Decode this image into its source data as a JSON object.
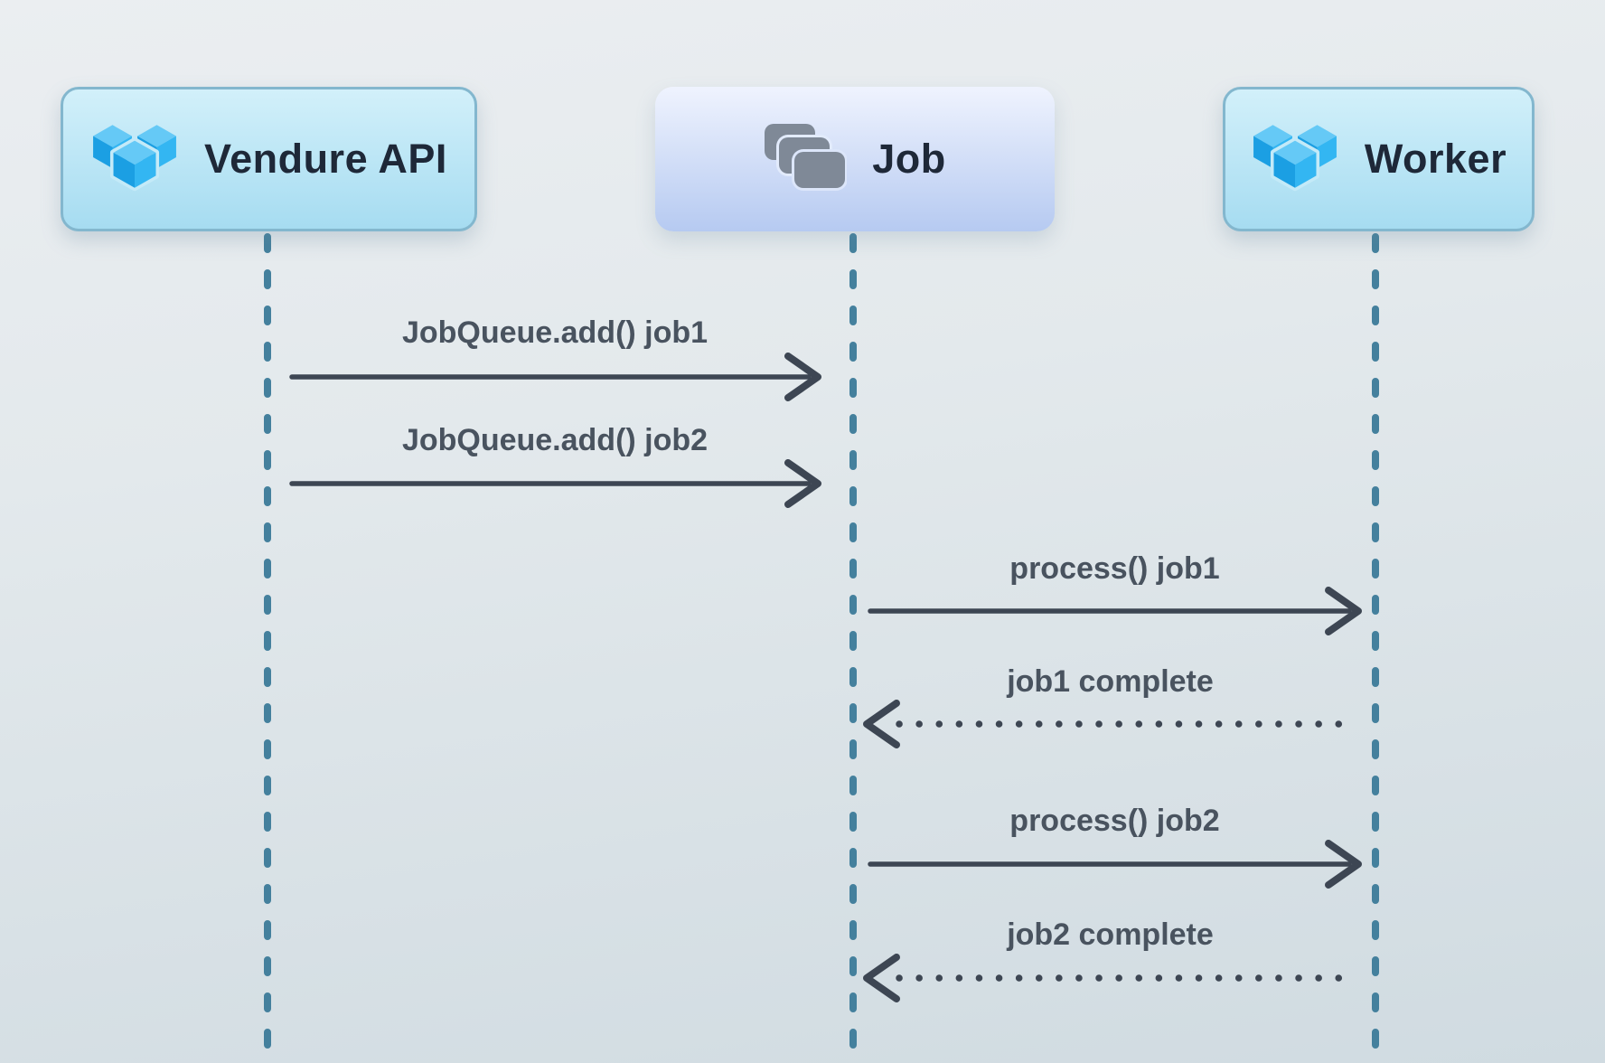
{
  "diagram": {
    "type": "sequence-diagram",
    "actors": [
      {
        "name": "Vendure API",
        "icon": "vendure-cubes-icon"
      },
      {
        "name": "Job",
        "icon": "job-stack-icon"
      },
      {
        "name": "Worker",
        "icon": "vendure-cubes-icon"
      }
    ],
    "messages": [
      {
        "label": "JobQueue.add() job1",
        "from": "Vendure API",
        "to": "Job",
        "line": "solid"
      },
      {
        "label": "JobQueue.add() job2",
        "from": "Vendure API",
        "to": "Job",
        "line": "solid"
      },
      {
        "label": "process() job1",
        "from": "Job",
        "to": "Worker",
        "line": "solid"
      },
      {
        "label": "job1 complete",
        "from": "Worker",
        "to": "Job",
        "line": "dotted"
      },
      {
        "label": "process() job2",
        "from": "Job",
        "to": "Worker",
        "line": "solid"
      },
      {
        "label": "job2 complete",
        "from": "Worker",
        "to": "Job",
        "line": "dotted"
      }
    ],
    "colors": {
      "background_top": "#ebeef1",
      "background_bottom": "#d0dbe1",
      "actor_box_cyan_top": "#d2f0fa",
      "actor_box_cyan_bottom": "#a6dcf1",
      "actor_box_cyan_border": "#83b7ce",
      "actor_box_blue_top": "#eff3fe",
      "actor_box_blue_bottom": "#b6caf1",
      "actor_name_text": "#1e2838",
      "message_text": "#49535f",
      "arrow": "#3d4653",
      "lifeline": "#44809d",
      "logo_blue_top": "#65c9f6",
      "logo_blue_left": "#1b9fe3",
      "logo_blue_right": "#33b6f2",
      "job_icon_gray": "#7f8997"
    }
  }
}
